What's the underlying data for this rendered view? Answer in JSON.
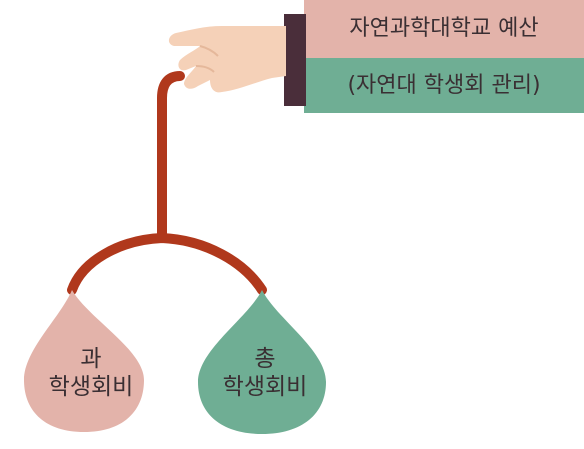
{
  "banner": {
    "line1": "자연과학대학교 예산",
    "line2": "(자연대 학생회 관리)"
  },
  "drops": {
    "left": {
      "line1": "과",
      "line2": "학생회비"
    },
    "right": {
      "line1": "총",
      "line2": "학생회비"
    }
  },
  "colors": {
    "banner_top": "#e3b3aa",
    "banner_bottom": "#6fae94",
    "cuff": "#4a2e3a",
    "hand": "#f5d1b8",
    "rope": "#b0381c",
    "drop_left": "#e3b3aa",
    "drop_right": "#6fae94"
  }
}
